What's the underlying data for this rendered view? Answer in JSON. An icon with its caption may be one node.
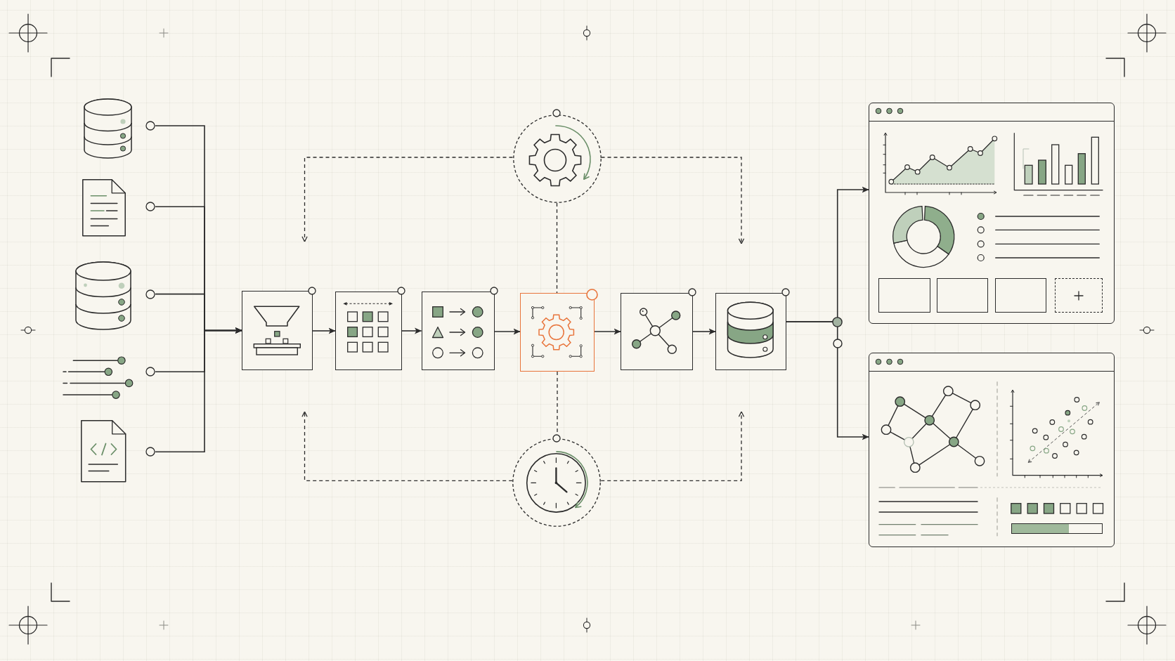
{
  "diagram": {
    "nodes": [
      {
        "text": [],
        "shape": "cylinder"
      },
      {
        "text": [],
        "shape": "document"
      },
      {
        "text": [],
        "shape": "cylinder"
      },
      {
        "text": [],
        "shape": "picture"
      },
      {
        "text": [],
        "shape": "document"
      },
      {
        "text": [],
        "shape": "box"
      },
      {
        "text": [],
        "shape": "box"
      },
      {
        "text": [],
        "shape": "box"
      },
      {
        "text": [],
        "shape": "box"
      },
      {
        "text": [],
        "shape": "box"
      },
      {
        "text": [],
        "shape": "box"
      },
      {
        "text": [],
        "shape": "circle"
      },
      {
        "text": [],
        "shape": "circle"
      },
      {
        "text": [],
        "shape": "window"
      },
      {
        "text": [],
        "shape": "window"
      }
    ],
    "edges": [
      {
        "from": 0,
        "to": 5,
        "arrow": "to"
      },
      {
        "from": 1,
        "to": 5,
        "arrow": "to"
      },
      {
        "from": 2,
        "to": 5,
        "arrow": "to"
      },
      {
        "from": 3,
        "to": 5,
        "arrow": "to"
      },
      {
        "from": 4,
        "to": 5,
        "arrow": "to"
      },
      {
        "from": 5,
        "to": 6,
        "arrow": "to"
      },
      {
        "from": 6,
        "to": 7,
        "arrow": "to"
      },
      {
        "from": 7,
        "to": 8,
        "arrow": "to"
      },
      {
        "from": 8,
        "to": 9,
        "arrow": "to"
      },
      {
        "from": 9,
        "to": 10,
        "arrow": "to"
      },
      {
        "from": 10,
        "to": 13,
        "arrow": "to"
      },
      {
        "from": 10,
        "to": 14,
        "arrow": "to"
      },
      {
        "from": 11,
        "to": 5,
        "arrow": "to",
        "style": "dashed"
      },
      {
        "from": 11,
        "to": 10,
        "arrow": "to",
        "style": "dashed"
      },
      {
        "from": 11,
        "to": 8,
        "arrow": "none",
        "style": "dashed"
      },
      {
        "from": 12,
        "to": 5,
        "arrow": "to",
        "style": "dashed"
      },
      {
        "from": 12,
        "to": 10,
        "arrow": "to",
        "style": "dashed"
      },
      {
        "from": 8,
        "to": 12,
        "arrow": "none",
        "style": "dashed"
      }
    ]
  }
}
